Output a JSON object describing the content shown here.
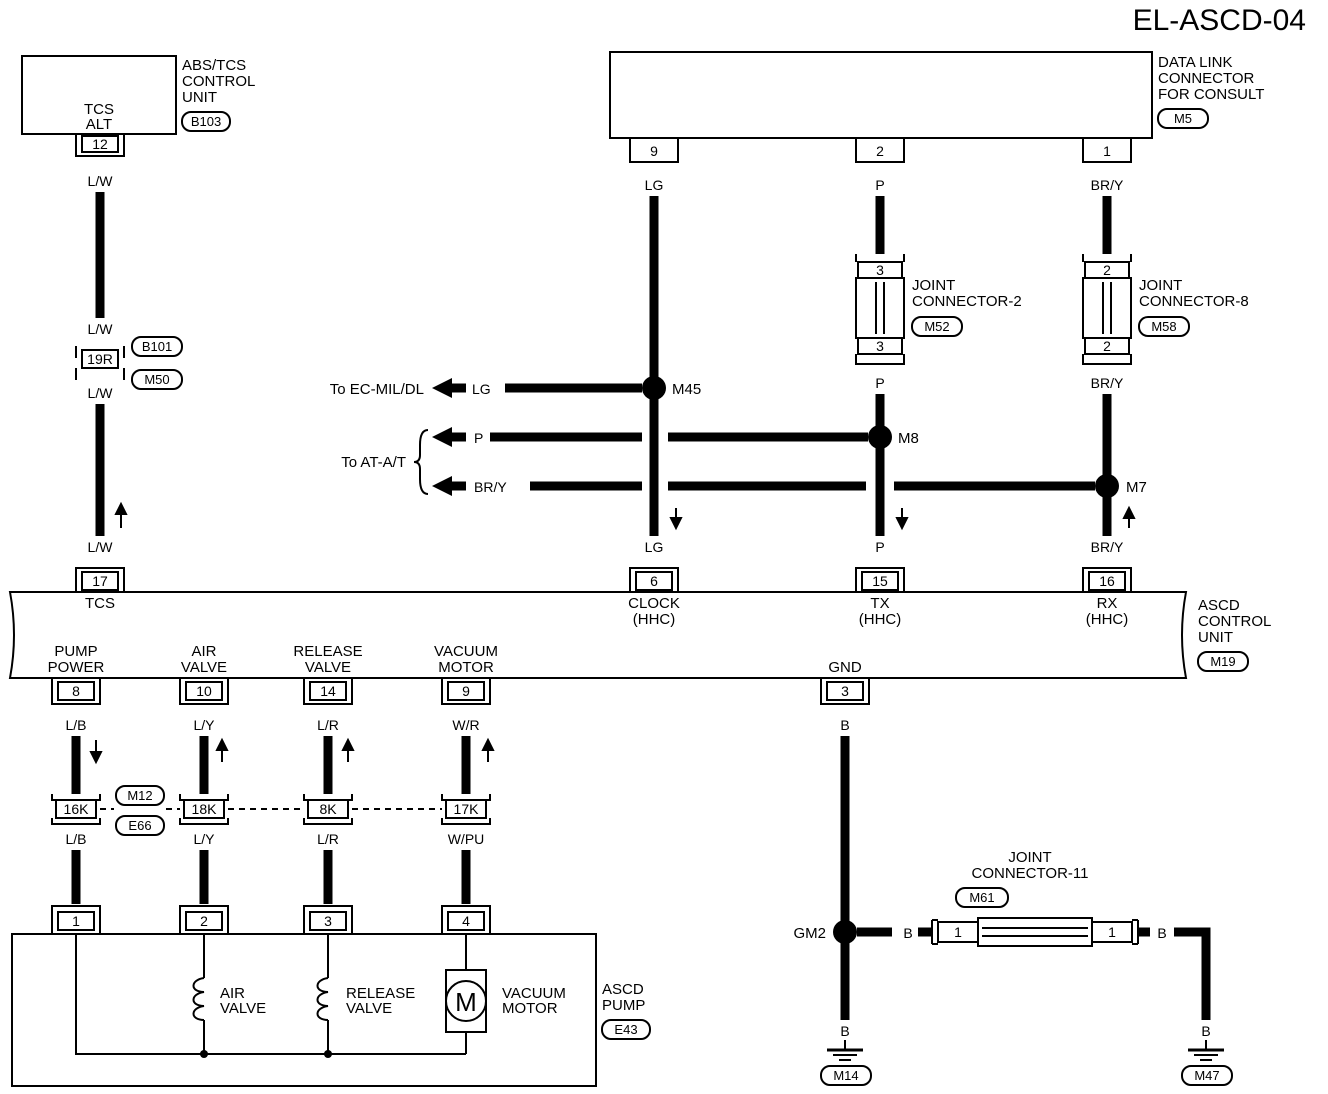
{
  "title": "EL-ASCD-04",
  "abs_unit": {
    "line1": "ABS/TCS",
    "line2": "CONTROL",
    "line3": "UNIT",
    "inner1": "TCS",
    "inner2": "ALT",
    "connector": "B103",
    "pin": "12"
  },
  "dlc": {
    "line1": "DATA LINK",
    "line2": "CONNECTOR",
    "line3": "FOR CONSULT",
    "connector": "M5",
    "pins": [
      "9",
      "2",
      "1"
    ]
  },
  "wires": {
    "lw": "L/W",
    "lg": "LG",
    "p": "P",
    "bry": "BR/Y",
    "lb": "L/B",
    "ly": "L/Y",
    "lr": "L/R",
    "wr": "W/R",
    "wpu": "W/PU",
    "b": "B"
  },
  "joint2": {
    "line1": "JOINT",
    "line2": "CONNECTOR-2",
    "connector": "M52",
    "pin": "3"
  },
  "joint8": {
    "line1": "JOINT",
    "line2": "CONNECTOR-8",
    "connector": "M58",
    "pin": "2"
  },
  "joint11": {
    "line1": "JOINT",
    "line2": "CONNECTOR-11",
    "connector": "M61",
    "pin": "1"
  },
  "inline_b": {
    "pin": "19R",
    "conn_top": "B101",
    "conn_bottom": "M50"
  },
  "inline_m": {
    "pins": [
      "16K",
      "18K",
      "8K",
      "17K"
    ],
    "conn_top": "M12",
    "conn_bottom": "E66"
  },
  "splices": {
    "m45": "M45",
    "m8": "M8",
    "m7": "M7",
    "gm2": "GM2"
  },
  "to_labels": {
    "ec": "To EC-MIL/DL",
    "at": "To AT-A/T"
  },
  "ascd_unit": {
    "line1": "ASCD",
    "line2": "CONTROL",
    "line3": "UNIT",
    "connector": "M19",
    "top_pins": [
      {
        "num": "17",
        "l1": "TCS",
        "l2": ""
      },
      {
        "num": "6",
        "l1": "CLOCK",
        "l2": "(HHC)"
      },
      {
        "num": "15",
        "l1": "TX",
        "l2": "(HHC)"
      },
      {
        "num": "16",
        "l1": "RX",
        "l2": "(HHC)"
      }
    ],
    "bottom_pins": [
      {
        "num": "8",
        "l1": "PUMP",
        "l2": "POWER"
      },
      {
        "num": "10",
        "l1": "AIR",
        "l2": "VALVE"
      },
      {
        "num": "14",
        "l1": "RELEASE",
        "l2": "VALVE"
      },
      {
        "num": "9",
        "l1": "VACUUM",
        "l2": "MOTOR"
      },
      {
        "num": "3",
        "l1": "GND",
        "l2": ""
      }
    ]
  },
  "pump": {
    "line1": "ASCD",
    "line2": "PUMP",
    "connector": "E43",
    "pins": [
      "1",
      "2",
      "3",
      "4"
    ],
    "air1": "AIR",
    "air2": "VALVE",
    "rel1": "RELEASE",
    "rel2": "VALVE",
    "vac1": "VACUUM",
    "vac2": "MOTOR",
    "motor": "M"
  },
  "grounds": {
    "left": "M14",
    "right": "M47"
  }
}
